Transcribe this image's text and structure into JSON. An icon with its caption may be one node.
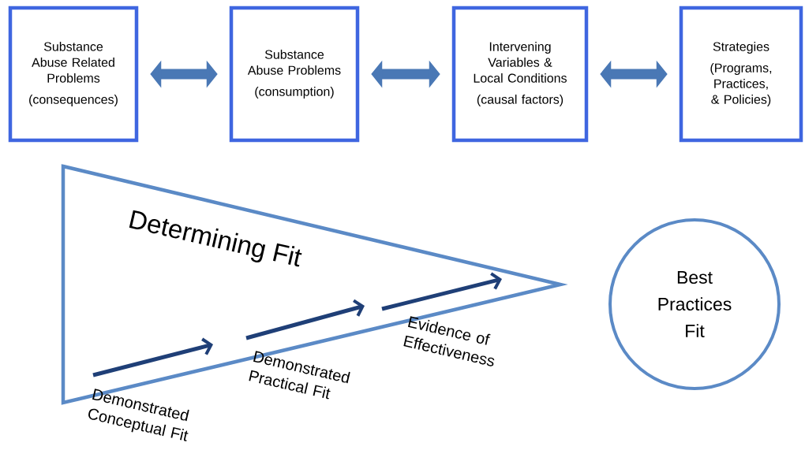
{
  "diagram": {
    "nodes": [
      {
        "text": [
          "Substance Abuse Related Problems",
          "(consequences)"
        ]
      },
      {
        "text": [
          "Substance Abuse Problems",
          "(consumption)"
        ]
      },
      {
        "text": [
          "Intervening Variables & Local Conditions",
          "(causal factors)"
        ]
      },
      {
        "text": [
          "Strategies",
          "(Programs, Practices, & Policies)"
        ]
      },
      {
        "text": [
          "Determining Fit"
        ]
      },
      {
        "text": [
          "Best Practices Fit"
        ]
      }
    ],
    "edges": [
      {
        "from": 0,
        "to": 1,
        "arrow": "both"
      },
      {
        "from": 1,
        "to": 2,
        "arrow": "both"
      },
      {
        "from": 2,
        "to": 3,
        "arrow": "both"
      }
    ],
    "labels": [
      "Demonstrated Conceptual Fit",
      "Demonstrated Practical Fit",
      "Evidence of Effectiveness"
    ]
  }
}
